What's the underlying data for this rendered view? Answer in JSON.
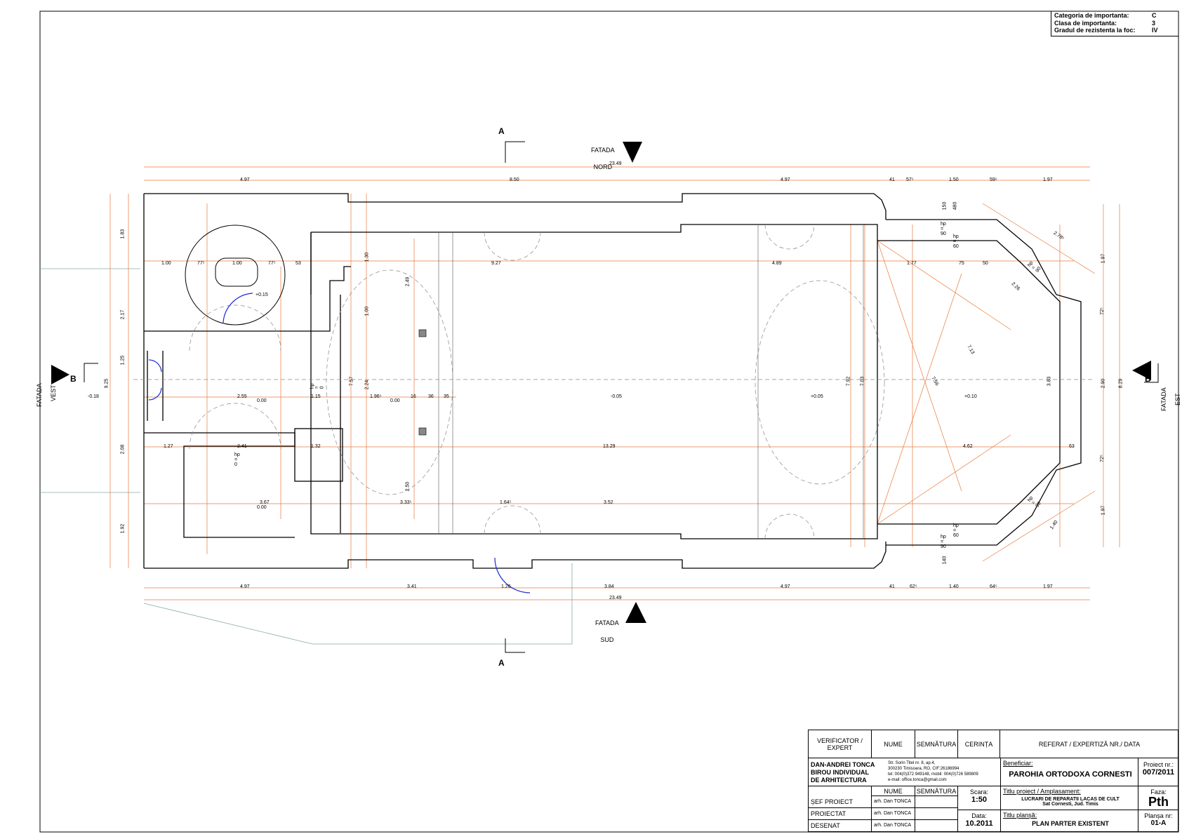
{
  "importance": {
    "rows": [
      {
        "label": "Categoria de importanta:",
        "value": "C"
      },
      {
        "label": "Clasa de importanta:",
        "value": "3"
      },
      {
        "label": "Gradul de rezistenta la foc:",
        "value": "IV"
      }
    ]
  },
  "sections": {
    "a_mark": "A",
    "b_mark": "B",
    "north": {
      "line1": "FATADA",
      "line2": "NORD"
    },
    "south": {
      "line1": "FATADA",
      "line2": "SUD"
    },
    "west": {
      "line1": "FATADA",
      "line2": "VEST"
    },
    "east": {
      "line1": "FATADA",
      "line2": "EST"
    }
  },
  "dimensions": {
    "total": "23.49",
    "top_chain": [
      "4.97",
      "8.50",
      "4.97",
      "41",
      "57⁵",
      "1.50",
      "59⁵",
      "1.97"
    ],
    "bottom_chain": [
      "4.97",
      "3.41",
      "1.26",
      "3.84",
      "4.97",
      "41",
      "62⁵",
      "1.40",
      "64⁵",
      "1.97"
    ],
    "left_chain": [
      "1.83",
      "2.17",
      "1.25",
      "2.08",
      "1.92"
    ],
    "left_total": "9.25",
    "right_chain": [
      "1.97",
      "72⁵",
      "2.90",
      "72⁵",
      "1.97"
    ],
    "right_total": "8.29",
    "interior": [
      "1.00",
      "77⁵",
      "1.00",
      "77⁵",
      "53",
      "9.27",
      "4.89",
      "1.77",
      "75",
      "50",
      "1.27",
      "13.29",
      "4.62",
      "63",
      "3.67",
      "3.52",
      "2.55",
      "1.15",
      "1.96⁵",
      "16",
      "36",
      "35",
      "2.41",
      "1.32",
      "3.33⁵",
      "1.64⁵",
      "7.57",
      "7.92",
      "7.03",
      "7.13",
      "3.83",
      "2.26",
      "7.56",
      "2.49",
      "2.50",
      "2.24",
      "1.30",
      "1.00",
      "150",
      "480",
      "140",
      "1.40",
      "2.78⁵"
    ]
  },
  "levels": [
    "+0.15",
    "-0.18",
    "0.00",
    "0.00",
    "-0.05",
    "+0.05",
    "+0.10",
    "0.00"
  ],
  "hp_labels": [
    "hp = 0",
    "hp = 0",
    "hp = 90",
    "hp = 60",
    "hp = 90",
    "hp = 60",
    "hp = 90",
    "hp = 90"
  ],
  "title_block": {
    "verificator": "VERIFICATOR / EXPERT",
    "nume": "NUME",
    "semnatura": "SEMNĂTURA",
    "cerinta": "CERINȚA",
    "referat": "REFERAT / EXPERTIZĂ NR./ DATA",
    "firm": [
      "DAN-ANDREI TONCA",
      "BIROU INDIVIDUAL",
      "DE    ARHITECTURA"
    ],
    "address": [
      "Str. Sorin Titel nr. 8, ap.4,",
      "300230 Timisoara, RO, CIF:26186994",
      "tel: 004(0)372 949148, mobil: 004(0)726 589809",
      "e-mail: office.tonca@gmail.com"
    ],
    "beneficiar_label": "Beneficiar:",
    "beneficiar": "PAROHIA ORTODOXA CORNESTI",
    "proiect_label": "Proiect nr.:",
    "proiect": "007/2011",
    "sef_proiect": "ȘEF PROIECT",
    "proiectat": "PROIECTAT",
    "desenat": "DESENAT",
    "person": "arh. Dan TONCA",
    "scara_label": "Scara:",
    "scara": "1:50",
    "data_label": "Data:",
    "data": "10.2011",
    "titlu_proiect_label": "Titlu proiect / Amplasament:",
    "titlu_proiect": "LUCRARI DE REPARATII LACAS DE CULT",
    "amplasament": "Sat Cornesti, Jud. Timis",
    "faza_label": "Faza:",
    "faza": "Pth",
    "titlu_plansa_label": "Titlu planșă:",
    "titlu_plansa": "PLAN PARTER EXISTENT",
    "plansa_label": "Planșa nr:",
    "plansa": "01-A"
  }
}
